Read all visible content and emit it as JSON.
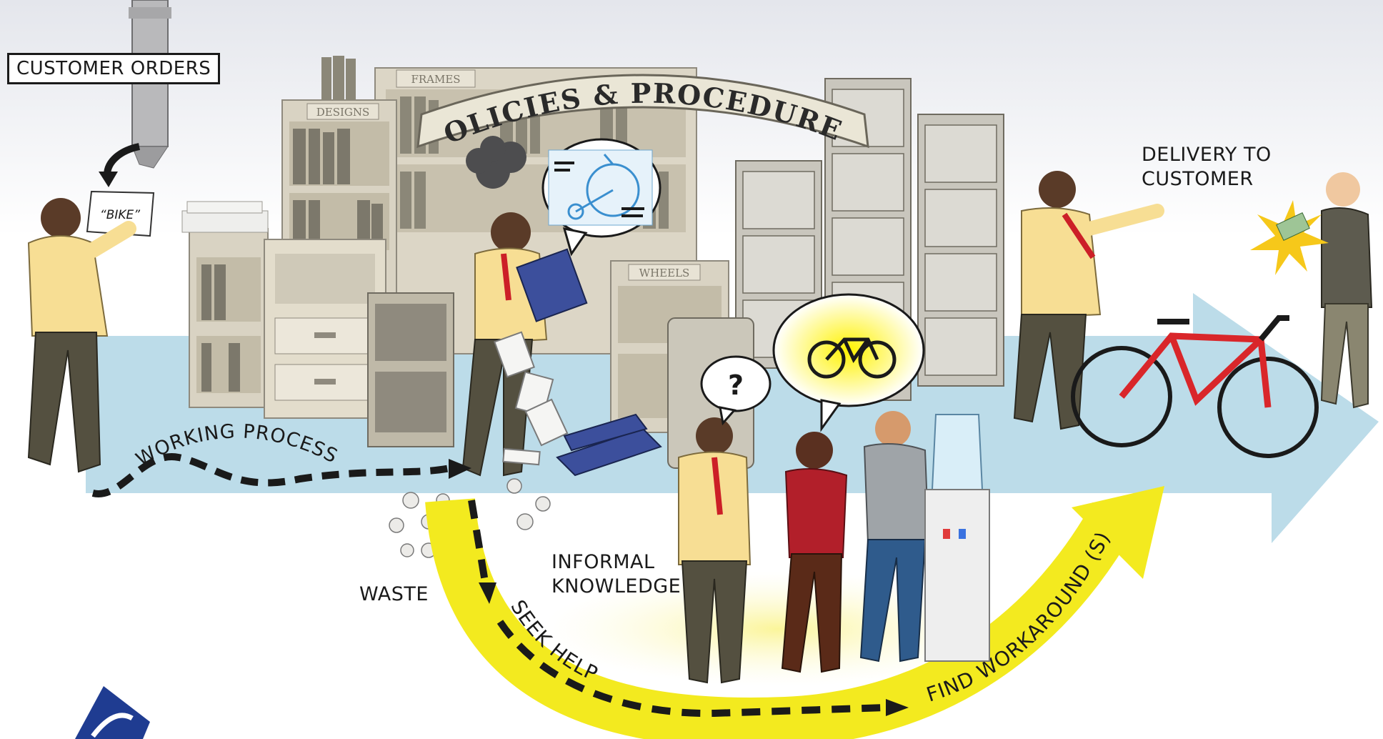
{
  "labels": {
    "customer_orders": "CUSTOMER ORDERS",
    "bike_sign": "“BIKE”",
    "policies": "POLICIES & PROCEDURES",
    "shelf_designs": "DESIGNS",
    "shelf_frames": "FRAMES",
    "shelf_wheels": "WHEELS",
    "working_process": "WORKING PROCESS",
    "delivery_line1": "DELIVERY TO",
    "delivery_line2": "CUSTOMER",
    "question_mark": "?",
    "informal_line1": "INFORMAL",
    "informal_line2": "KNOWLEDGE",
    "waste": "WASTE",
    "seek_help": "SEEK HELP",
    "find_workaround": "FIND WORKAROUND (S)"
  },
  "colors": {
    "flow_arrow": "#bcdce9",
    "yellow_arrow": "#f3ea1f",
    "shelf": "#d9d3c3",
    "cabinet": "#c9c6bd",
    "shirt": "#f7de94",
    "tie": "#cc1f27",
    "bike": "#d9262a",
    "woman_top": "#b21f2a"
  },
  "icons": [
    "funnel-pipe-icon",
    "bicycle-icon",
    "penny-farthing-icon",
    "water-cooler-icon",
    "money-icon",
    "logo-icon"
  ]
}
